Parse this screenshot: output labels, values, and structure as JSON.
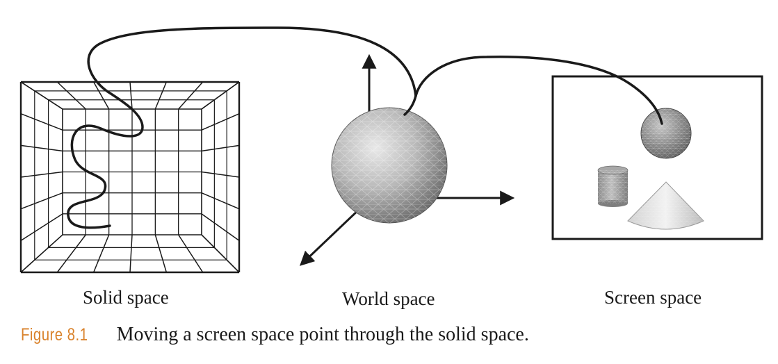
{
  "labels": {
    "solid": "Solid space",
    "world": "World space",
    "screen": "Screen space"
  },
  "caption": {
    "number": "Figure 8.1",
    "text": "Moving a screen space point through the solid space."
  },
  "colors": {
    "ink": "#1a1a1a",
    "caption_number": "#d9822b",
    "sphere_light": "#e6e6e6",
    "sphere_dark": "#6e6e6e"
  }
}
